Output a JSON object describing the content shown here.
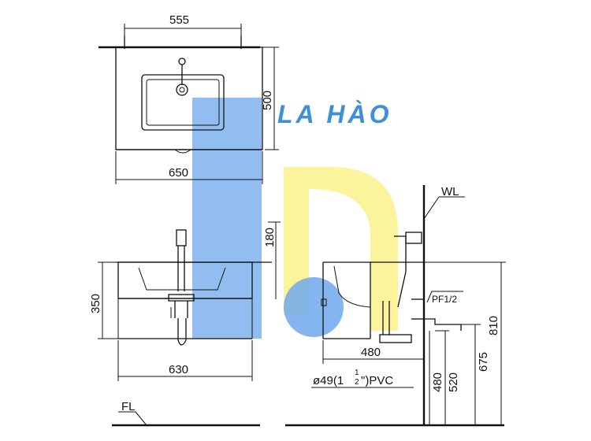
{
  "watermark": {
    "text": "LA HÀO",
    "colors": {
      "blue": "#6fa8ec",
      "blue_text": "#3d8fd9",
      "yellow": "#fbf28c"
    }
  },
  "labels": {
    "wall_line": "WL",
    "floor_line": "FL",
    "drain_spec": "ø49(1",
    "drain_fraction_num": "1",
    "drain_fraction_den": "2",
    "drain_spec_tail": "\")PVC",
    "supply_spec": "PF1/2"
  },
  "dimensions": {
    "top_width_555": "555",
    "top_width_650": "650",
    "top_depth_500": "500",
    "front_faucet_180": "180",
    "front_height_350": "350",
    "front_width_630": "630",
    "side_depth_480": "480",
    "side_drain_480": "480",
    "side_supply_520": "520",
    "side_675": "675",
    "side_810": "810"
  }
}
